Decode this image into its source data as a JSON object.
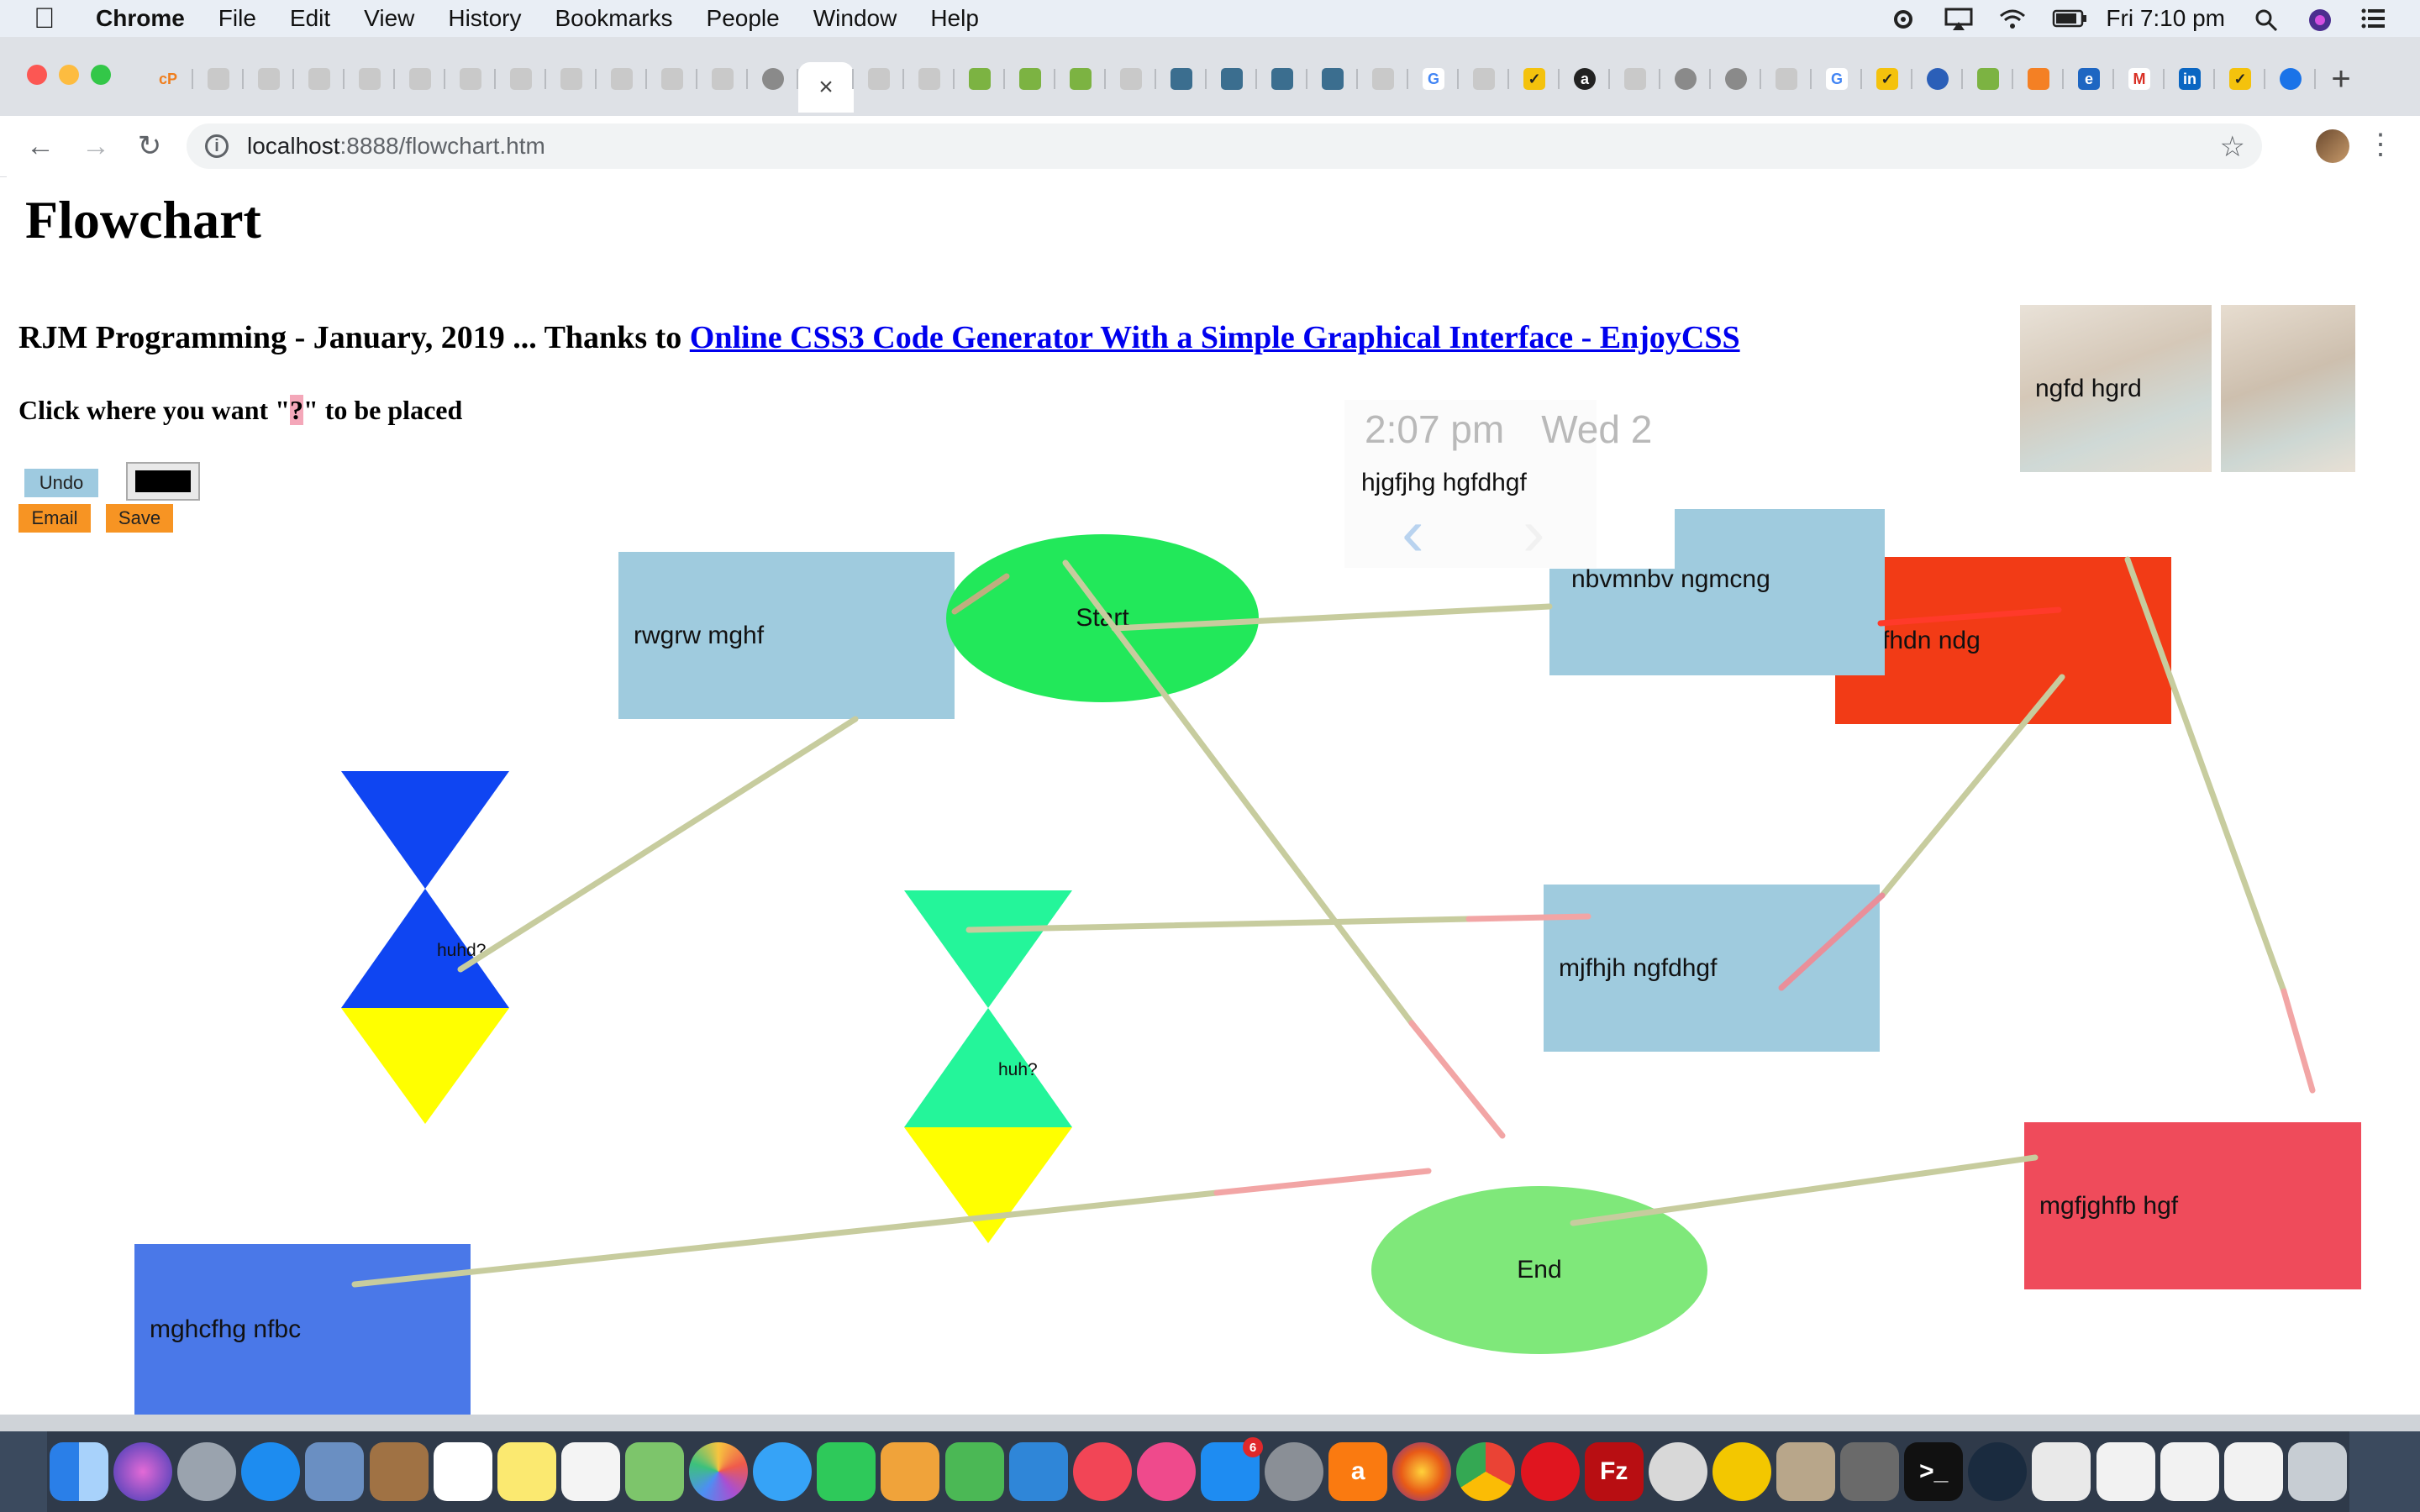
{
  "menubar": {
    "app": "Chrome",
    "items": [
      "File",
      "Edit",
      "View",
      "History",
      "Bookmarks",
      "People",
      "Window",
      "Help"
    ],
    "clock": "Fri 7:10 pm"
  },
  "browser": {
    "active_tab_close": "×",
    "new_tab": "+",
    "url_host": "localhost",
    "url_path": ":8888/flowchart.htm"
  },
  "page": {
    "title": "Flowchart",
    "credit_prefix": "RJM Programming - January, 2019 ... Thanks to ",
    "credit_link": "Online CSS3 Code Generator With a Simple Graphical Interface - EnjoyCSS",
    "instruction_before": "Click where you want \"",
    "instruction_mark": "?",
    "instruction_after": "\" to be placed",
    "undo_label": "Undo",
    "email_label": "Email",
    "save_label": "Save",
    "pen_color": "#000000"
  },
  "widget": {
    "time": "2:07 pm",
    "day": "Wed 2",
    "caption": "hjgfjhg hgfdhgf",
    "prev": "‹",
    "next": "›"
  },
  "thumbs": {
    "caption": "ngfd hgrd"
  },
  "flowchart": {
    "start_label": "Start",
    "end_label": "End",
    "box_rwgrw": "rwgrw mghf",
    "box_nbvmnbv": "nbvmnbv ngmcng",
    "box_red": "fhdn ndg",
    "box_mjfhjh": "mjfhjh ngfdhgf",
    "box_mgfjghfb": "mgfjghfb hgf",
    "box_mghcfhg": "mghcfhg nfbc",
    "decision1": "huhd?",
    "decision2": "huh?",
    "colors": {
      "start": "#22e85a",
      "end": "#7fe87a",
      "lightblue": "#9fcbde",
      "red": "#f23b16",
      "pink": "#ef4b5b",
      "blue": "#4a78e8",
      "tri_blue": "#0f45f2",
      "tri_green": "#24f59a",
      "yellow": "#ffff00",
      "connector": "#c7cc9e",
      "connector_pink": "#f2a5a5"
    }
  }
}
